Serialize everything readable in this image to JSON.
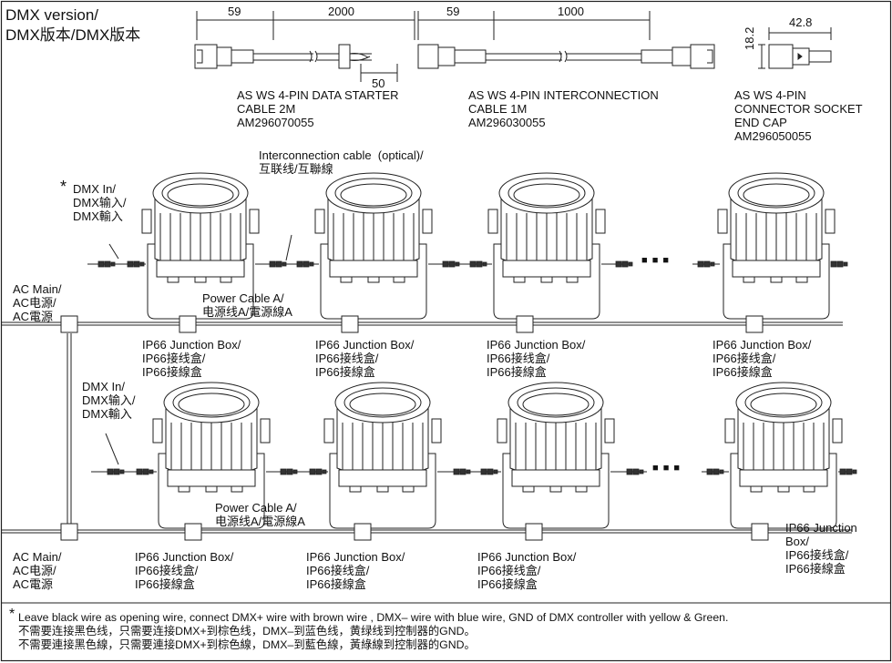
{
  "title": {
    "line1": "DMX version/",
    "line2": "DMX版本/DMX版本"
  },
  "cables": [
    {
      "dim_left": "59",
      "dim_right": "2000",
      "dim_tail": "50",
      "name1": "AS WS 4-PIN DATA STARTER",
      "name2": "CABLE 2M",
      "part": "AM296070055"
    },
    {
      "dim_left": "59",
      "dim_right": "1000",
      "name1": "AS WS 4-PIN INTERCONNECTION",
      "name2": "CABLE 1M",
      "part": "AM296030055"
    },
    {
      "dim_top": "42.8",
      "dim_side": "18.2",
      "name1": "AS WS 4-PIN",
      "name2": "CONNECTOR SOCKET",
      "name3": "END CAP",
      "part": "AM296050055"
    }
  ],
  "labels": {
    "interconnection1": "Interconnection cable  (optical)/",
    "interconnection2": "互联线/互聯線",
    "dmx_in": [
      "DMX In/",
      "DMX输入/",
      "DMX輸入"
    ],
    "asterisk": "*",
    "ac_main": [
      "AC Main/",
      "AC电源/",
      "AC電源"
    ],
    "power_cable": [
      "Power Cable A/",
      "电源线A/電源線A"
    ],
    "junction": [
      "IP66 Junction Box/",
      "IP66接线盒/",
      "IP66接線盒"
    ],
    "junction_wrap": [
      "IP66 Junction",
      "Box/",
      "IP66接线盒/",
      "IP66接線盒"
    ],
    "ellipsis": "■ ■ ■"
  },
  "footnote": {
    "star": "*",
    "en": "Leave black wire as opening wire, connect DMX+ wire with brown wire , DMX– wire with blue wire, GND of DMX controller with yellow & Green.",
    "zh_s": "不需要连接黑色线，只需要连接DMX+到棕色线，DMX–到蓝色线，黄绿线到控制器的GND。",
    "zh_t": "不需要連接黑色線，只需要連接DMX+到棕色線，DMX–到藍色線，黃綠線到控制器的GND。"
  }
}
